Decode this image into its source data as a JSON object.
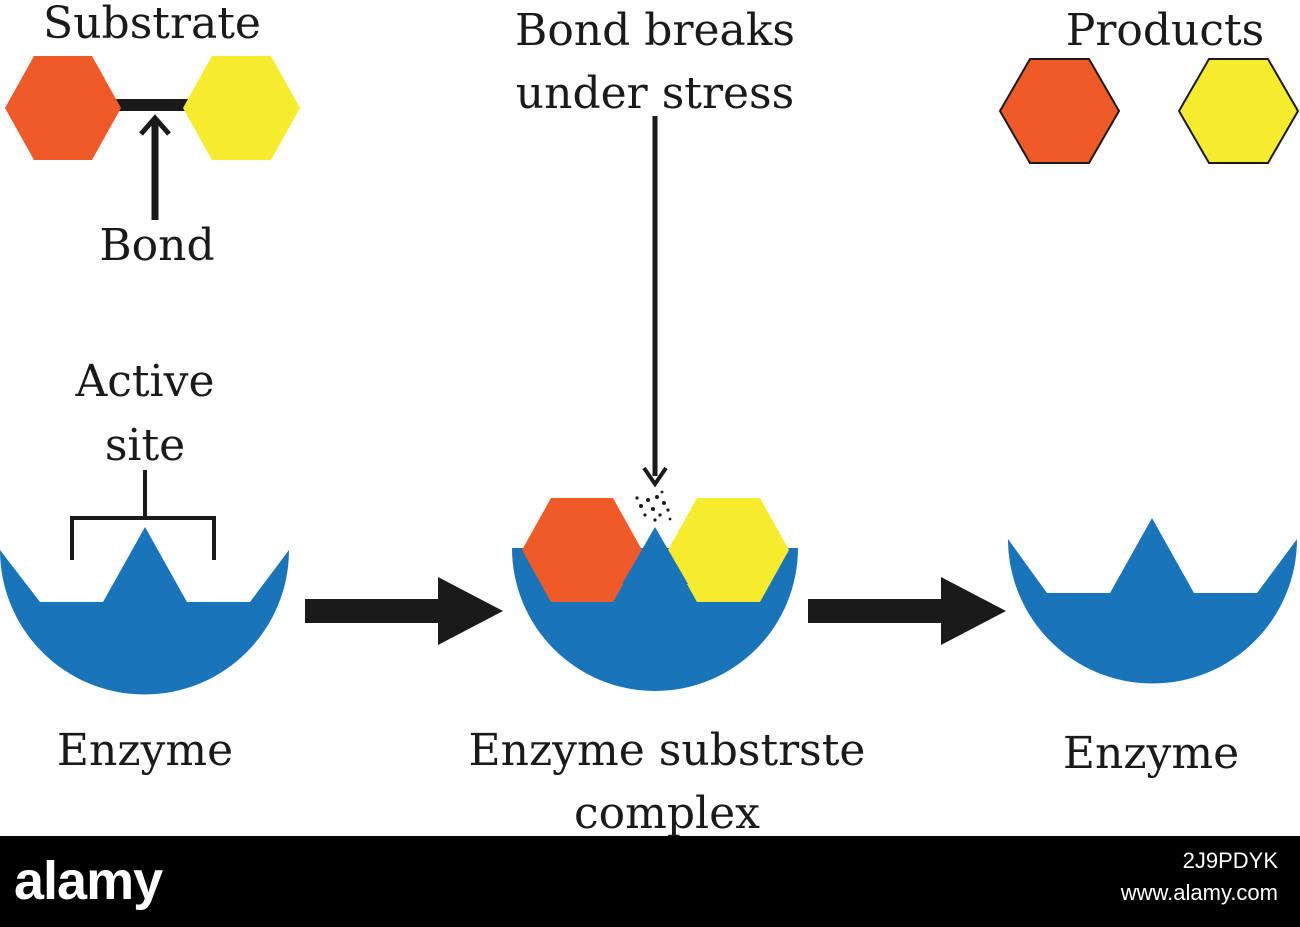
{
  "labels": {
    "substrate": "Substrate",
    "bond": "Bond",
    "bond_breaks_1": "Bond breaks",
    "bond_breaks_2": "under stress",
    "products": "Products",
    "active_site_1": "Active",
    "active_site_2": "site",
    "enzyme_left": "Enzyme",
    "complex_1": "Enzyme substrste",
    "complex_2": "complex",
    "enzyme_right": "Enzyme"
  },
  "colors": {
    "enzyme": "#1a74b9",
    "hex_orange": "#f05a28",
    "hex_yellow": "#f7eb2e",
    "ink": "#1a1a1a"
  },
  "watermark": {
    "brand": "alamy",
    "image_id": "2J9PDYK",
    "site": "www.alamy.com"
  }
}
